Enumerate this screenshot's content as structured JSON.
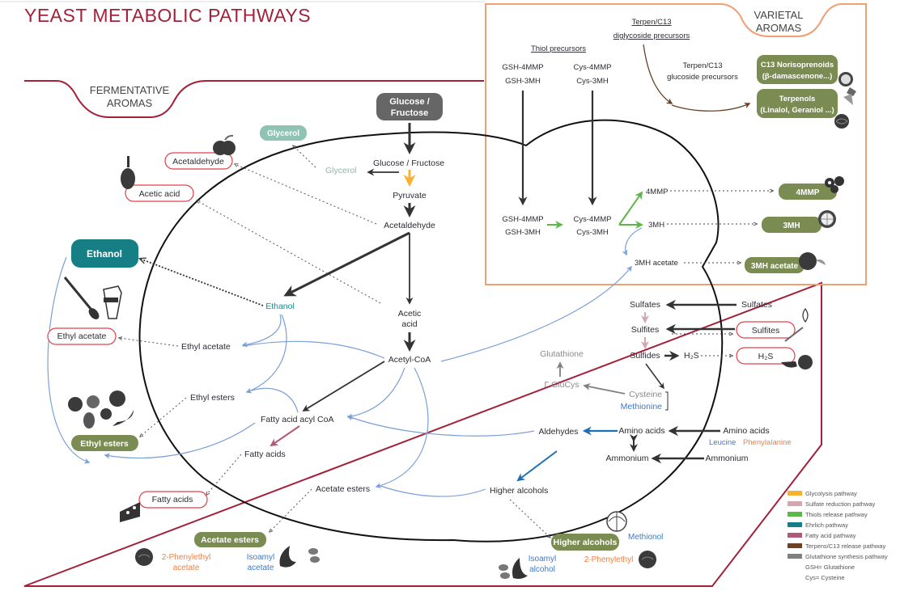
{
  "title": "YEAST METABOLIC PATHWAYS",
  "sections": {
    "fermentative": [
      "FERMENTATIVE",
      "AROMAS"
    ],
    "varietal": [
      "VARIETAL",
      "AROMAS"
    ]
  },
  "colors": {
    "frame_red": "#a3213a",
    "varietal_orange": "#f0a070",
    "olive_box": "#7b8c52",
    "teal_box": "#167f86",
    "glycerol_box": "#8fc3b4",
    "grey_box": "#666666",
    "red_outline": "#e0404a",
    "blue_arrow": "#7b9fd8",
    "dark_arrow": "#333333",
    "ehrlich_blue": "#1a6fb5",
    "orange_text": "#f08040",
    "blue_text": "#3d7ac8",
    "grey_text": "#8a8a8a",
    "teal_text": "#1a8a94"
  },
  "varietal": {
    "terpen_diglycoside": [
      "Terpen/C13",
      "diglycoside precursors"
    ],
    "thiol_precursors": "Thiol precursors",
    "terpen_glucoside": [
      "Terpen/C13",
      "glucoside precursors"
    ],
    "gsh_outer": [
      "GSH-4MMP",
      "GSH-3MH"
    ],
    "cys_outer": [
      "Cys-4MMP",
      "Cys-3MH"
    ],
    "gsh_inner": [
      "GSH-4MMP",
      "GSH-3MH"
    ],
    "cys_inner": [
      "Cys-4MMP",
      "Cys-3MH"
    ],
    "mmp4": "4MMP",
    "mh3": "3MH",
    "mh3_acetate": "3MH acetate",
    "products": {
      "c13": [
        "C13 Norisoprenoids",
        "(β-damascenone...)"
      ],
      "terpenols": [
        "Terpenols",
        "(Linalol, Geraniol ...)"
      ],
      "mmp4": "4MMP",
      "mh3": "3MH",
      "mh3_acetate": "3MH acetate"
    }
  },
  "central": {
    "glucose_box": [
      "Glucose /",
      "Fructose"
    ],
    "glucose": "Glucose / Fructose",
    "glycerol_inner": "Glycerol",
    "pyruvate": "Pyruvate",
    "acetaldehyde": "Acetaldehyde",
    "ethanol_inner": "Ethanol",
    "acetic_acid": [
      "Acetic",
      "acid"
    ],
    "acetyl_coa": "Acetyl-CoA",
    "ethyl_acetate_inner": "Ethyl acetate",
    "ethyl_esters_inner": "Ethyl esters",
    "fatty_acid_acyl_coa": "Fatty acid acyl CoA",
    "fatty_acids_inner": "Fatty acids",
    "acetate_esters_inner": "Acetate esters",
    "higher_alcohols_inner": "Higher alcohols",
    "aldehydes": "Aldehydes",
    "amino_acids_inner": "Amino acids",
    "ammonium_inner": "Ammonium",
    "sulfates_inner": "Sulfates",
    "sulfites_inner": "Sulfites",
    "sulfides": "Sulfides",
    "h2s_inner": "H₂S",
    "glutathione": "Glutathione",
    "gglucys": "Γ GluCys",
    "cysteine": "Cysteine",
    "methionine": "Methionine"
  },
  "external": {
    "sulfates": "Sulfates",
    "amino_acids": "Amino acids",
    "leucine": "Leucine",
    "phenylalanine": "Phenylalanine",
    "ammonium": "Ammonium"
  },
  "aromas": {
    "glycerol": "Glycerol",
    "acetaldehyde": "Acetaldehyde",
    "acetic_acid": "Acetic acid",
    "ethanol": "Ethanol",
    "ethyl_acetate": "Ethyl acetate",
    "ethyl_esters": "Ethyl esters",
    "fatty_acids": "Fatty acids",
    "acetate_esters": "Acetate esters",
    "phenylethyl_acetate": [
      "2-Phenylethyl",
      "acetate"
    ],
    "isoamyl_acetate": [
      "Isoamyl",
      "acetate"
    ],
    "higher_alcohols": "Higher alcohols",
    "methionol": "Methionol",
    "isoamyl_alcohol": [
      "Isoamyl",
      "alcohol"
    ],
    "phenylethyl": "2-Phenylethyl",
    "sulfites": "Sulfites",
    "h2s": "H₂S"
  },
  "legend": {
    "items": [
      {
        "label": "Glycolysis pathway",
        "color": "#f7b233"
      },
      {
        "label": "Sulfate reduction pathway",
        "color": "#d4a6b0"
      },
      {
        "label": "Thiols release pathway",
        "color": "#5cb848"
      },
      {
        "label": "Ehrlich pathway",
        "color": "#167f86"
      },
      {
        "label": "Fatty acid pathway",
        "color": "#b05a78"
      },
      {
        "label": "Terpens/C13 release pathway",
        "color": "#6b4226"
      },
      {
        "label": "Glutathione synthesis pathway",
        "color": "#808080"
      }
    ],
    "notes": [
      "GSH= Glutathione",
      "Cys= Cysteine"
    ]
  },
  "icons": [
    "apple-icon",
    "vinegar-bottle-icon",
    "paintbrush-icon",
    "paint-tube-icon",
    "fruits-icon",
    "cheese-icon",
    "rose-icon",
    "banana-icon",
    "almond-icon",
    "cabbage-icon",
    "match-icon",
    "rotten-egg-icon",
    "blackcurrant-icon",
    "grapefruit-icon",
    "passionfruit-icon",
    "lily-icon"
  ]
}
